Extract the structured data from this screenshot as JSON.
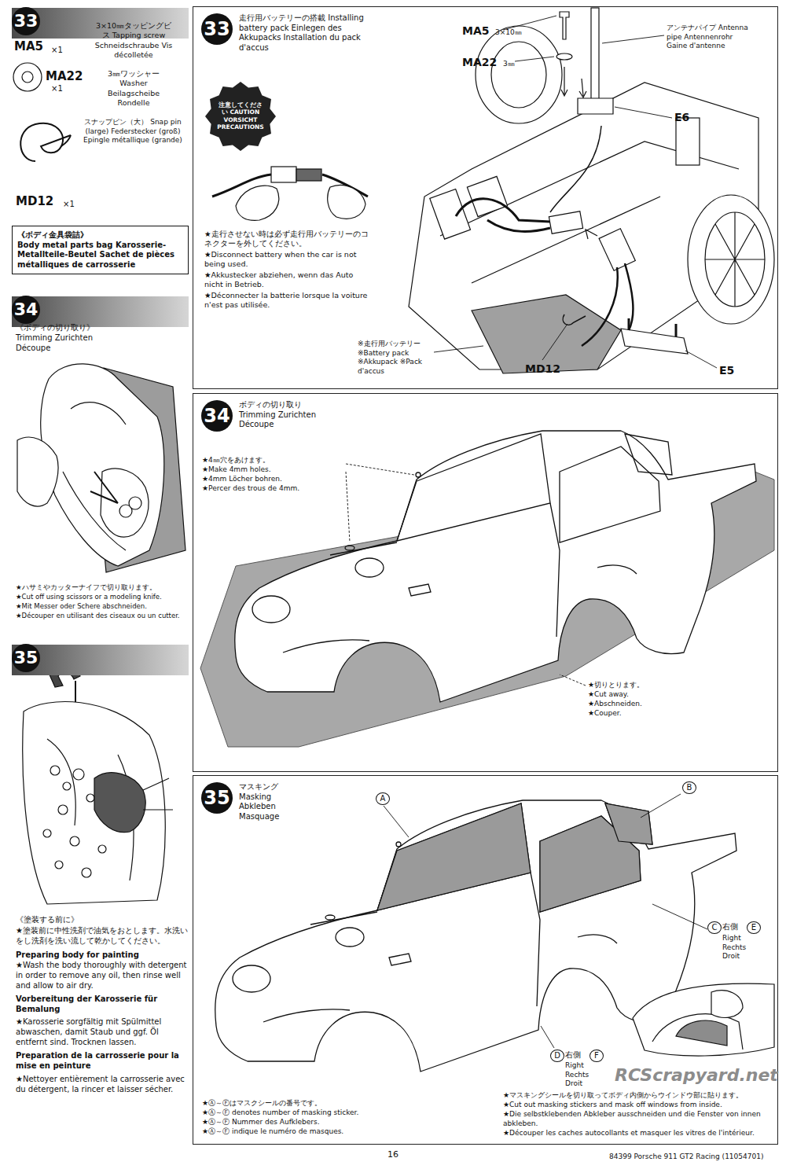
{
  "diagram": {
    "nodes": [
      {
        "text": [
          "33"
        ]
      },
      {
        "text": [
          "《ボディ金具袋詰》",
          "Body metal parts bag Karosserie-Metallteile-Beutel Sachet de pièces métalliques de carrosserie"
        ]
      },
      {
        "text": [
          "34"
        ]
      },
      {
        "text": [
          "35"
        ]
      },
      {
        "text": [
          "33",
          "走行用バッテリーの搭載 Installing battery pack Einlegen des Akkupacks Installation du pack d'accus"
        ]
      },
      {
        "text": [
          "注意してください CAUTION VORSICHT PRECAUTIONS"
        ],
        "in": 4
      },
      {
        "text": [
          "34",
          "ボディの切り取り Trimming Zurichten Découpe"
        ]
      },
      {
        "text": [
          "35",
          "マスキング Masking Abkleben Masquage"
        ]
      }
    ],
    "labels": [
      "MA5",
      "×1",
      "3×10㎜タッピングビス Tapping screw Schneidschraube Vis décolletée",
      "MA22",
      "×1",
      "3㎜ワッシャー Washer Beilagscheibe Rondelle",
      "スナップピン（大） Snap pin (large) Federstecker (groß) Epingle métallique (grande)",
      "MD12",
      "×1",
      "《ボディの切り取り》 Trimming Zurichten Découpe",
      "★ハサミやカッターナイフで切り取ります。",
      "★Cut off using scissors or a modeling knife.",
      "★Mit Messer oder Schere abschneiden.",
      "★Découper en utilisant des ciseaux ou un cutter.",
      "《塗装する前に》",
      "★塗装前に中性洗剤で油気をおとします。水洗いをし洗剤を洗い流して乾かしてください。",
      "Preparing body for painting",
      "★Wash the body thoroughly with detergent in order to remove any oil, then rinse well and allow to air dry.",
      "Vorbereitung der Karosserie für Bemalung",
      "★Karosserie sorgfältig mit Spülmittel abwaschen, damit Staub und ggf. Öl entfernt sind. Trocknen lassen.",
      "Preparation de la carrosserie pour la mise en peinture",
      "★Nettoyer entièrement la carrosserie avec du détergent, la rincer et laisser sécher.",
      "★走行させない時は必ず走行用バッテリーのコネクターを外してください。",
      "★Disconnect battery when the car is not being used.",
      "★Akkustecker abziehen, wenn das Auto nicht in Betrieb.",
      "★Déconnecter la batterie lorsque la voiture n'est pas utilisée.",
      "※走行用バッテリー ※Battery pack ※Akkupack ※Pack d'accus",
      "MA5",
      "3×10㎜",
      "MA22",
      "3㎜",
      "アンテナパイプ Antenna pipe Antennenrohr Gaine d'antenne",
      "E6",
      "MD12",
      "E5",
      "★4㎜穴をあけます。",
      "★Make 4mm holes.",
      "★4mm Löcher bohren.",
      "★Percer des trous de 4mm.",
      "★切りとります。",
      "★Cut away.",
      "★Abschneiden.",
      "★Couper.",
      "A",
      "B",
      "C",
      "右側",
      "E",
      "Right Rechts Droit",
      "D",
      "右側",
      "F",
      "Right Rechts Droit",
      "★Ⓐ～Ⓕはマスクシールの番号です。",
      "★Ⓐ～Ⓕ denotes number of masking sticker.",
      "★Ⓐ～Ⓕ Nummer des Aufklebers.",
      "★Ⓐ～Ⓕ indique le numéro de masques.",
      "★マスキングシールを切り取ってボディ内側からウインドウ部に貼ります。",
      "★Cut out masking stickers and mask off windows from inside.",
      "★Die selbstklebenden Abkleber ausschneiden und die Fenster von innen abkleben.",
      "★Découper les caches autocollants et masquer les vitres de l'intérieur.",
      "RCScrapyard.net",
      "16",
      "84399 Porsche 911 GT2 Racing (11054701)"
    ]
  }
}
